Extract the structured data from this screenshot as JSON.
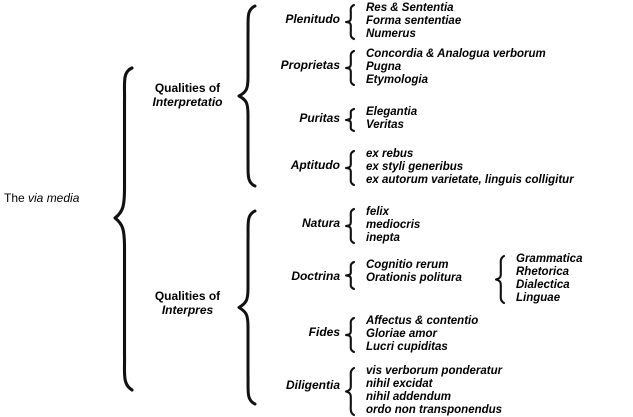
{
  "diagram": {
    "title_root": {
      "prefix": "The ",
      "term": "via media"
    },
    "branches": [
      {
        "id": "interpretatio",
        "heading_line1": "Qualities of",
        "heading_line2": "Interpretatio",
        "groups": [
          {
            "id": "plenitudo",
            "label": "Plenitudo",
            "items": [
              "Res & Sententia",
              "Forma sententiae",
              "Numerus"
            ]
          },
          {
            "id": "proprietas",
            "label": "Proprietas",
            "items": [
              "Concordia & Analogua verborum",
              "Pugna",
              "Etymologia"
            ]
          },
          {
            "id": "puritas",
            "label": "Puritas",
            "items": [
              "Elegantia",
              "Veritas"
            ]
          },
          {
            "id": "aptitudo",
            "label": "Aptitudo",
            "items": [
              "ex rebus",
              "ex styli generibus",
              "ex autorum varietate, linguis colligitur"
            ]
          }
        ]
      },
      {
        "id": "interpres",
        "heading_line1": "Qualities of",
        "heading_line2": "Interpres",
        "groups": [
          {
            "id": "natura",
            "label": "Natura",
            "items": [
              "felix",
              "mediocris",
              "inepta"
            ]
          },
          {
            "id": "doctrina",
            "label": "Doctrina",
            "items": [
              "Cognitio rerum",
              "Orationis politura"
            ],
            "subitems": [
              "Grammatica",
              "Rhetorica",
              "Dialectica",
              "Linguae"
            ]
          },
          {
            "id": "fides",
            "label": "Fides",
            "items": [
              "Affectus & contentio",
              "Gloriae amor",
              "Lucri cupiditas"
            ]
          },
          {
            "id": "diligentia",
            "label": "Diligentia",
            "items": [
              "vis verborum ponderatur",
              "nihil excidat",
              "nihil addendum",
              "ordo non transponendus"
            ]
          }
        ]
      }
    ],
    "colors": {
      "ink": "#111111",
      "background": "#ffffff"
    }
  }
}
